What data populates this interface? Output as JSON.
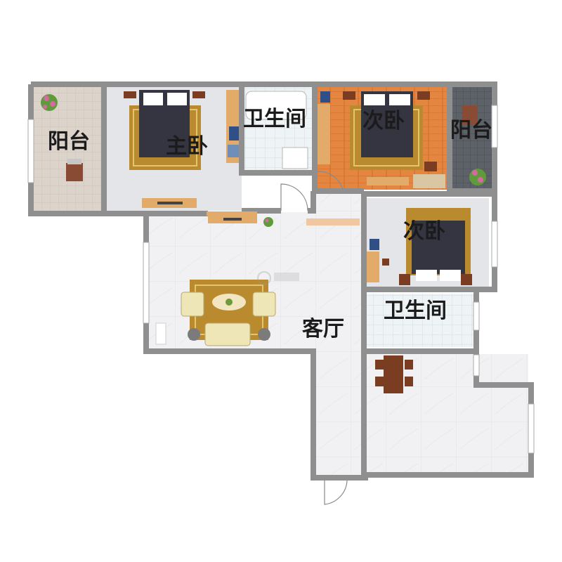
{
  "rooms": {
    "balcony_left": "阳台",
    "master_bedroom": "主卧",
    "bathroom_top": "卫生间",
    "second_bedroom_top": "次卧",
    "balcony_right": "阳台",
    "second_bedroom_right": "次卧",
    "bathroom_right": "卫生间",
    "living_room": "客厅"
  },
  "colors": {
    "wall": "#8f8f8f",
    "floor_tile": "#f1f1f3",
    "balcony_tile": "#d9d2ca",
    "wood_floor": "#e1813a",
    "bed_dark": "#353542",
    "rug": "#b98b2e",
    "desk": "#e3ab6a"
  }
}
